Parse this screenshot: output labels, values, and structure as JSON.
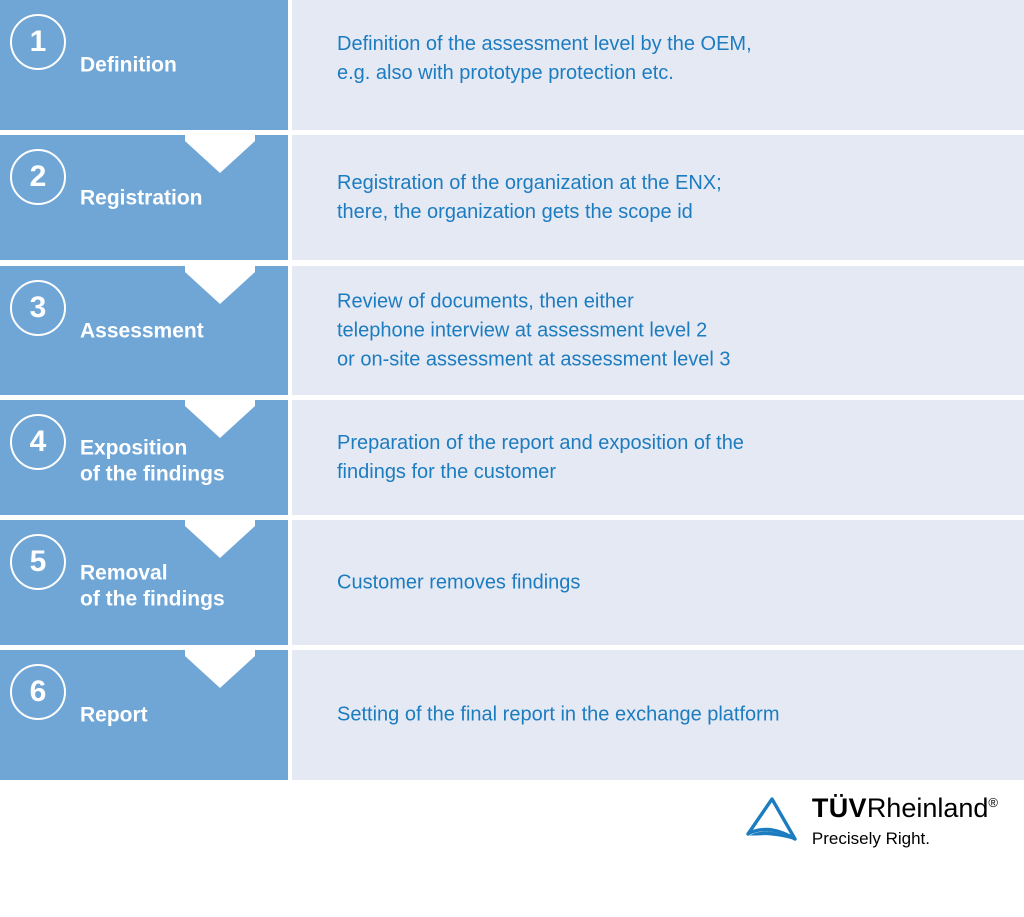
{
  "diagram": {
    "type": "process-steps",
    "colors": {
      "step_block": "#6fa6d6",
      "description_panel": "#e5e9f4",
      "description_text": "#1c7cc0",
      "step_text": "#ffffff",
      "logo_blue": "#1c7cc0"
    },
    "steps": [
      {
        "number": "1",
        "label": "Definition",
        "description": "Definition of the assessment level by the OEM,\ne.g. also with prototype protection etc."
      },
      {
        "number": "2",
        "label": "Registration",
        "description": "Registration of the organization at the ENX;\nthere, the organization gets the scope id"
      },
      {
        "number": "3",
        "label": "Assessment",
        "description": "Review of documents, then either\ntelephone interview at assessment level 2\nor on-site assessment at assessment level 3"
      },
      {
        "number": "4",
        "label": "Exposition\nof the findings",
        "description": "Preparation of the report and exposition of the\nfindings for the customer"
      },
      {
        "number": "5",
        "label": "Removal\nof the findings",
        "description": "Customer removes findings"
      },
      {
        "number": "6",
        "label": "Report",
        "description": "Setting of the final report in the exchange platform"
      }
    ]
  },
  "logo": {
    "brand_bold": "TÜV",
    "brand_regular": "Rheinland",
    "registered_mark": "®",
    "tagline": "Precisely Right."
  }
}
